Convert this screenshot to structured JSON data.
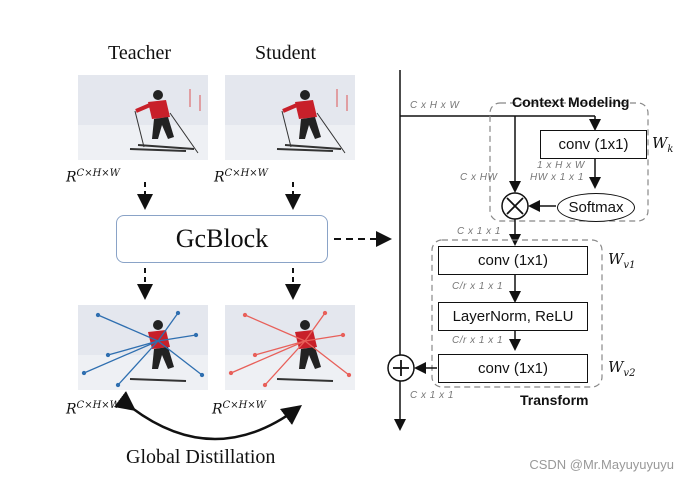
{
  "left": {
    "teacher_label": "Teacher",
    "student_label": "Student",
    "feature_notation": "R",
    "feature_superscript": "C×H×W",
    "gcblock_label": "GcBlock",
    "global_distillation_label": "Global Distillation"
  },
  "right": {
    "input_dims": "C x H x W",
    "context_modeling_title": "Context Modeling",
    "conv_k_label": "conv (1x1)",
    "wk_symbol": "W",
    "wk_sub": "k",
    "dims_1hw": "1 x H x W",
    "dims_hw11": "HW x 1 x 1",
    "dims_chw": "C x HW",
    "softmax_label": "Softmax",
    "dims_c11_a": "C x 1 x 1",
    "conv_v1_label": "conv (1x1)",
    "wv1_symbol": "W",
    "wv1_sub": "v1",
    "dims_cr11_a": "C/r x 1 x 1",
    "layernorm_label": "LayerNorm, ReLU",
    "dims_cr11_b": "C/r x 1 x 1",
    "conv_v2_label": "conv (1x1)",
    "wv2_symbol": "W",
    "wv2_sub": "v2",
    "dims_c11_b": "C x 1 x 1",
    "transform_title": "Transform"
  },
  "watermark": "CSDN @Mr.Mayuyuyuyu",
  "colors": {
    "teacher_lines": "#2f6fb0",
    "student_lines": "#e8605a",
    "gcblock_border": "#8aa3c7",
    "jacket": "#c8202a"
  }
}
